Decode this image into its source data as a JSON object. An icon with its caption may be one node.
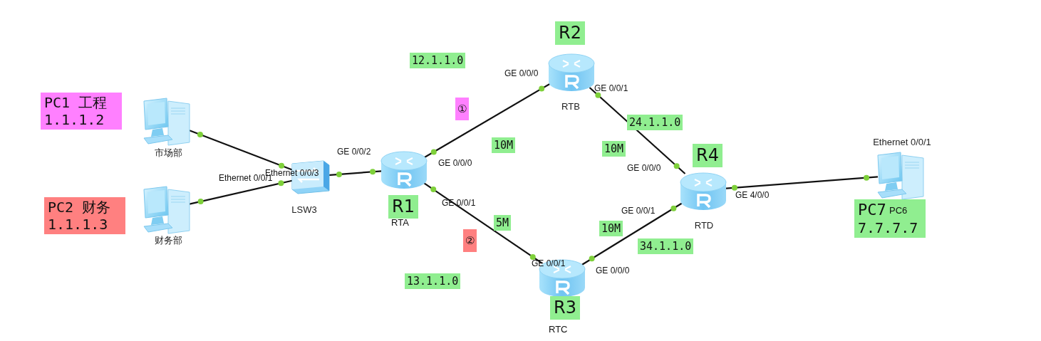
{
  "diagram": {
    "nodes": [
      {
        "text": [],
        "shape": "picture",
        "beside": [
          "市场部"
        ]
      },
      {
        "text": [],
        "shape": "picture",
        "beside": [
          "财务部"
        ]
      },
      {
        "text": [],
        "shape": "picture",
        "beside": [
          "LSW3"
        ]
      },
      {
        "text": [],
        "shape": "picture"
      },
      {
        "text": [],
        "shape": "picture",
        "beside": [
          "RTB"
        ]
      },
      {
        "text": [],
        "shape": "picture"
      },
      {
        "text": [],
        "shape": "picture",
        "beside": [
          "RTD"
        ]
      },
      {
        "text": [],
        "shape": "picture",
        "beside": [
          "Ethernet 0/0/1"
        ]
      },
      {
        "text": [
          "PC1 工程",
          "1.1.1.2"
        ]
      },
      {
        "text": [
          "PC2 财务",
          "1.1.1.3"
        ]
      },
      {
        "text": [
          "R2"
        ]
      },
      {
        "text": [
          "12.1.1.0"
        ]
      },
      {
        "text": [
          "①"
        ]
      },
      {
        "text": [
          "10M"
        ]
      },
      {
        "text": [
          "24.1.1.0"
        ]
      },
      {
        "text": [
          "10M"
        ]
      },
      {
        "text": [
          "R4"
        ]
      },
      {
        "text": [
          "R1"
        ]
      },
      {
        "text": [
          "5M"
        ]
      },
      {
        "text": [
          "②"
        ]
      },
      {
        "text": [
          "10M"
        ]
      },
      {
        "text": [
          "34.1.1.0"
        ]
      },
      {
        "text": [
          "PC7",
          "7.7.7.7"
        ]
      },
      {
        "text": [
          "13.1.1.0"
        ]
      },
      {
        "text": [
          "R3"
        ]
      }
    ],
    "edges": [
      {
        "from": 0,
        "to": 2,
        "arrow": "none"
      },
      {
        "from": 1,
        "to": 2,
        "arrow": "none"
      },
      {
        "from": 2,
        "to": 3,
        "arrow": "none"
      },
      {
        "from": 3,
        "to": 4,
        "arrow": "none"
      },
      {
        "from": 3,
        "to": 5,
        "arrow": "none"
      },
      {
        "from": 4,
        "to": 6,
        "arrow": "none"
      },
      {
        "from": 5,
        "to": 6,
        "arrow": "none"
      },
      {
        "from": 6,
        "to": 7,
        "arrow": "none"
      }
    ],
    "labels": [
      "GE 0/0/0",
      "GE 0/0/1",
      "GE 0/0/2",
      "GE 0/0/0",
      "GE 0/0/0",
      "Ethernet 0/0/1",
      "Ethernet 0/0/3",
      "GE 0/0/1",
      "GE 4/0/0",
      "GE 0/0/1",
      "GE 0/0/1",
      "GE 0/0/0",
      "RTA",
      "PC6",
      "RTC"
    ]
  }
}
